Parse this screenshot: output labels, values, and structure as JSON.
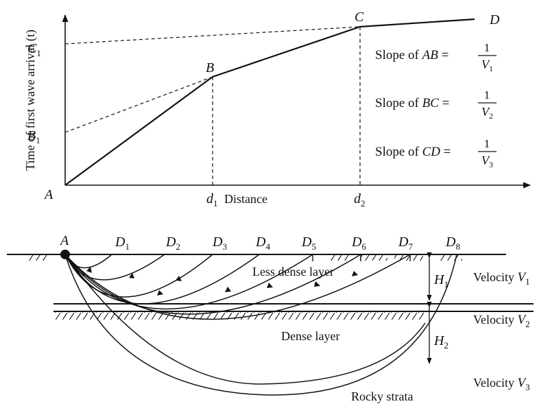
{
  "graph": {
    "y_axis_label": "Time of first wave arrival (t)",
    "x_axis_label": "Distance",
    "points": {
      "A": "A",
      "B": "B",
      "C": "C",
      "D": "D"
    },
    "intercepts": {
      "C1_base": "C",
      "C1_sub": "1",
      "B1_base": "B",
      "B1_sub": "1"
    },
    "x_ticks": {
      "d1_base": "d",
      "d1_sub": "1",
      "d2_base": "d",
      "d2_sub": "2"
    },
    "slopes": [
      {
        "prefix": "Slope of ",
        "segment": "AB",
        "eq": " =",
        "numerator": "1",
        "den_base": "V",
        "den_sub": "1"
      },
      {
        "prefix": "Slope of ",
        "segment": "BC",
        "eq": " =",
        "numerator": "1",
        "den_base": "V",
        "den_sub": "2"
      },
      {
        "prefix": "Slope of ",
        "segment": "CD",
        "eq": " =",
        "numerator": "1",
        "den_base": "V",
        "den_sub": "3"
      }
    ]
  },
  "section": {
    "source": "A",
    "geophones": [
      {
        "base": "D",
        "sub": "1"
      },
      {
        "base": "D",
        "sub": "2"
      },
      {
        "base": "D",
        "sub": "3"
      },
      {
        "base": "D",
        "sub": "4"
      },
      {
        "base": "D",
        "sub": "5"
      },
      {
        "base": "D",
        "sub": "6"
      },
      {
        "base": "D",
        "sub": "7"
      },
      {
        "base": "D",
        "sub": "8"
      }
    ],
    "layers": {
      "less_dense": "Less dense layer",
      "dense": "Dense layer",
      "rocky": "Rocky strata"
    },
    "thickness": {
      "h1_base": "H",
      "h1_sub": "1",
      "h2_base": "H",
      "h2_sub": "2"
    },
    "velocities": [
      {
        "prefix": "Velocity ",
        "base": "V",
        "sub": "1"
      },
      {
        "prefix": "Velocity ",
        "base": "V",
        "sub": "2"
      },
      {
        "prefix": "Velocity ",
        "base": "V",
        "sub": "3"
      }
    ]
  }
}
